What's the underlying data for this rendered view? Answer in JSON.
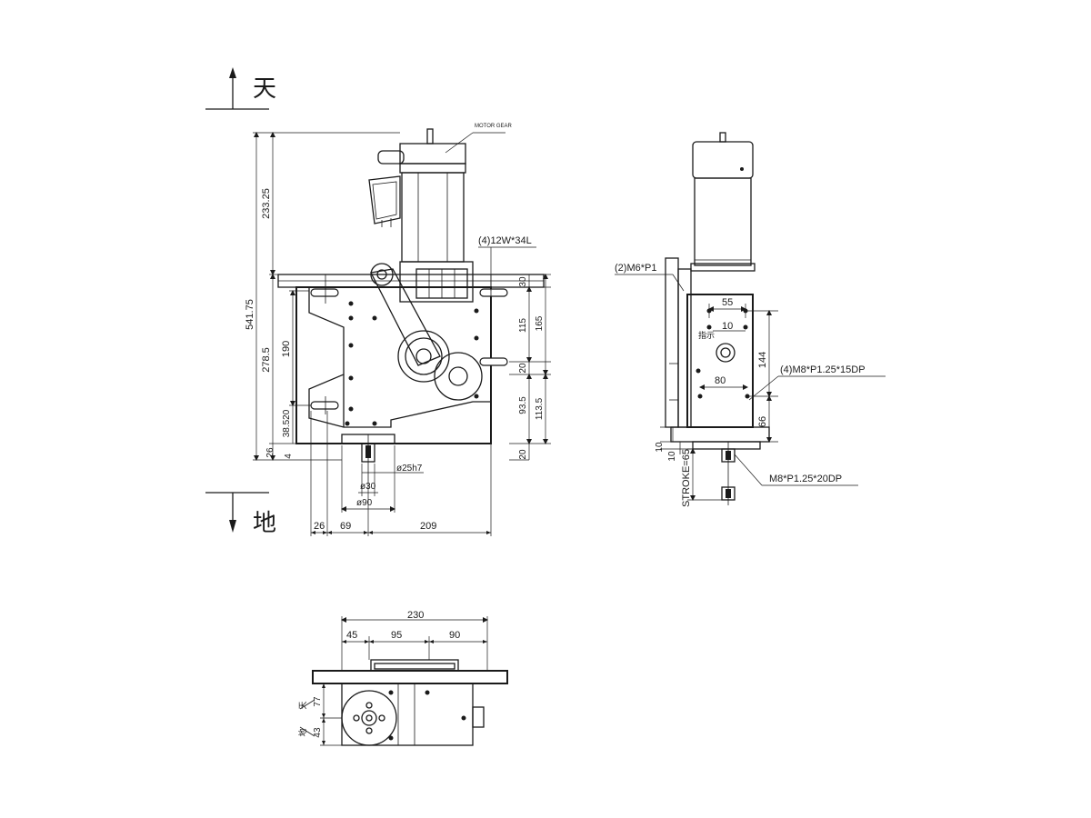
{
  "orientation": {
    "top_char": "天",
    "bottom_char": "地"
  },
  "front_view": {
    "vertical_dims_left": [
      "233.25",
      "541.75",
      "278.5",
      "190",
      "38.520",
      "26",
      "4"
    ],
    "vertical_dims_right": [
      "30",
      "115",
      "165",
      "20",
      "93.5",
      "113.5",
      "20"
    ],
    "bottom_dims": [
      "26",
      "69",
      "209"
    ],
    "shaft_dims": [
      "ø25h7",
      "ø30",
      "ø90"
    ],
    "callout_holes": "(4)12W*34L",
    "motor_tag": "MOTOR\nGEAR"
  },
  "side_view": {
    "callout_left": "(2)M6*P1",
    "callout_right": "(4)M8*P1.25*15DP",
    "callout_bottom": "M8*P1.25*20DP",
    "dims_top": [
      "55",
      "10"
    ],
    "dim_mid": "80",
    "dims_right": [
      "144",
      "66"
    ],
    "dims_left": [
      "10",
      "10",
      "STROKE=65"
    ],
    "label_small": "指示"
  },
  "bottom_view": {
    "dim_total": "230",
    "dims_top": [
      "45",
      "95",
      "90"
    ],
    "dims_left": [
      "77",
      "43"
    ],
    "left_labels": [
      "天",
      "地"
    ]
  }
}
